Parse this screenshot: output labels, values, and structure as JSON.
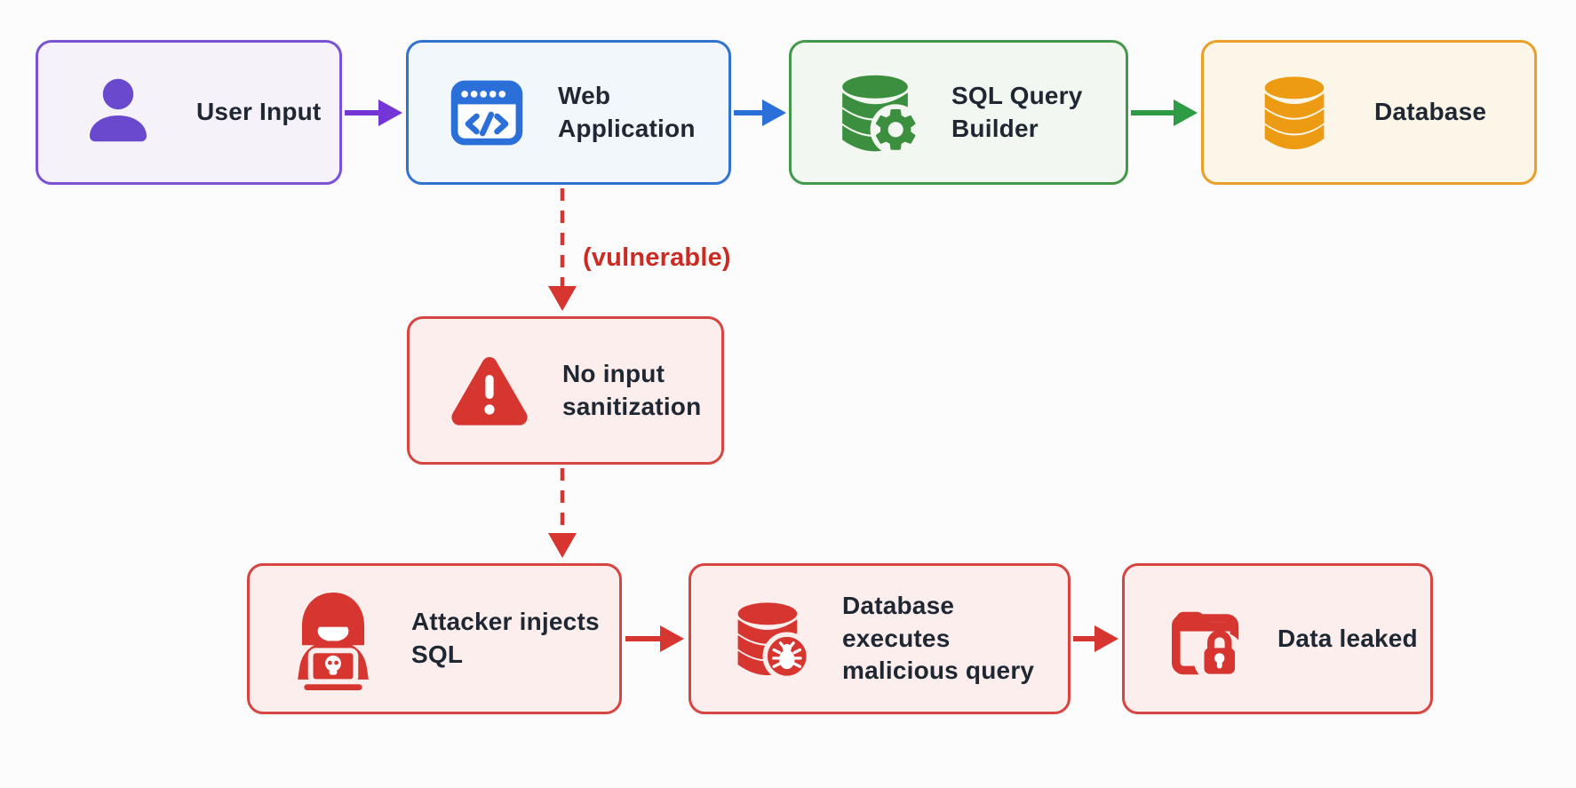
{
  "diagram": {
    "background": "#FCFCFD",
    "nodes": {
      "user_input": {
        "label": "User Input",
        "icon": "user-icon",
        "border_color": "#7A52D4",
        "fill_color": "#F5F2FA",
        "icon_color": "#6A49CF"
      },
      "web_application": {
        "label": "Web Application",
        "icon": "browser-code-icon",
        "border_color": "#3173D1",
        "fill_color": "#F2F7FB",
        "icon_color": "#2B6FD9"
      },
      "sql_query_builder": {
        "label": "SQL Query Builder",
        "icon": "database-gear-icon",
        "border_color": "#44984A",
        "fill_color": "#F2F8F1",
        "icon_color": "#3B8F3E"
      },
      "database": {
        "label": "Database",
        "icon": "database-icon",
        "border_color": "#E99F28",
        "fill_color": "#FBF6E8",
        "icon_color": "#EC9B13"
      },
      "no_input_sanitization": {
        "label": "No input sanitization",
        "icon": "warning-triangle-icon",
        "border_color": "#D64541",
        "fill_color": "#FBEEEC",
        "icon_color": "#D63530"
      },
      "attacker_injects_sql": {
        "label": "Attacker injects SQL",
        "icon": "hacker-laptop-icon",
        "border_color": "#D64541",
        "fill_color": "#FBEEEC",
        "icon_color": "#D63530"
      },
      "database_executes_malicious_query": {
        "label": "Database executes malicious query",
        "icon": "database-bug-icon",
        "border_color": "#D64541",
        "fill_color": "#FBEEEC",
        "icon_color": "#D63530"
      },
      "data_leaked": {
        "label": "Data leaked",
        "icon": "folder-lock-icon",
        "border_color": "#D64541",
        "fill_color": "#FBEEEC",
        "icon_color": "#D63530"
      }
    },
    "edges": [
      {
        "from": "user_input",
        "to": "web_application",
        "style": "solid",
        "color": "#7435D6"
      },
      {
        "from": "web_application",
        "to": "sql_query_builder",
        "style": "solid",
        "color": "#2B6FD9"
      },
      {
        "from": "sql_query_builder",
        "to": "database",
        "style": "solid",
        "color": "#2E9B45"
      },
      {
        "from": "web_application",
        "to": "no_input_sanitization",
        "style": "dashed",
        "color": "#D63530",
        "label": "(vulnerable)",
        "label_color": "#CB2B22"
      },
      {
        "from": "no_input_sanitization",
        "to": "attacker_injects_sql",
        "style": "dashed",
        "color": "#D63530"
      },
      {
        "from": "attacker_injects_sql",
        "to": "database_executes_malicious_query",
        "style": "solid",
        "color": "#D63530"
      },
      {
        "from": "database_executes_malicious_query",
        "to": "data_leaked",
        "style": "solid",
        "color": "#D63530"
      }
    ],
    "text_color": "#1F2733"
  }
}
